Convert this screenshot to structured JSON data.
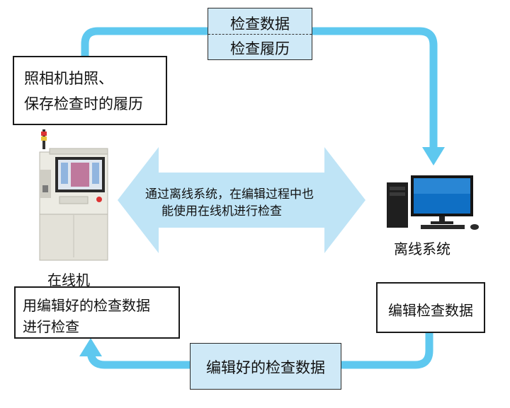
{
  "colors": {
    "cycle_arrow": "#5ec8ef",
    "double_arrow": "#bfe4f6",
    "box_fill_blue": "#cfe9f7",
    "box_border": "#1a1a1a"
  },
  "top_label": {
    "line1": "检查数据",
    "line2": "检查履历"
  },
  "online_note": {
    "line1": "照相机拍照、",
    "line2": "保存检查时的履历"
  },
  "center_note": {
    "line1": "通过离线系统，在编辑过程中也",
    "line2": "能使用在线机进行检查"
  },
  "online_machine_label": "在线机",
  "offline_system_label": "离线系统",
  "inspect_note": {
    "line1": "用编辑好的检查数据",
    "line2": "进行检查"
  },
  "edit_note": "编辑检查数据",
  "bottom_label": "编辑好的检查数据"
}
